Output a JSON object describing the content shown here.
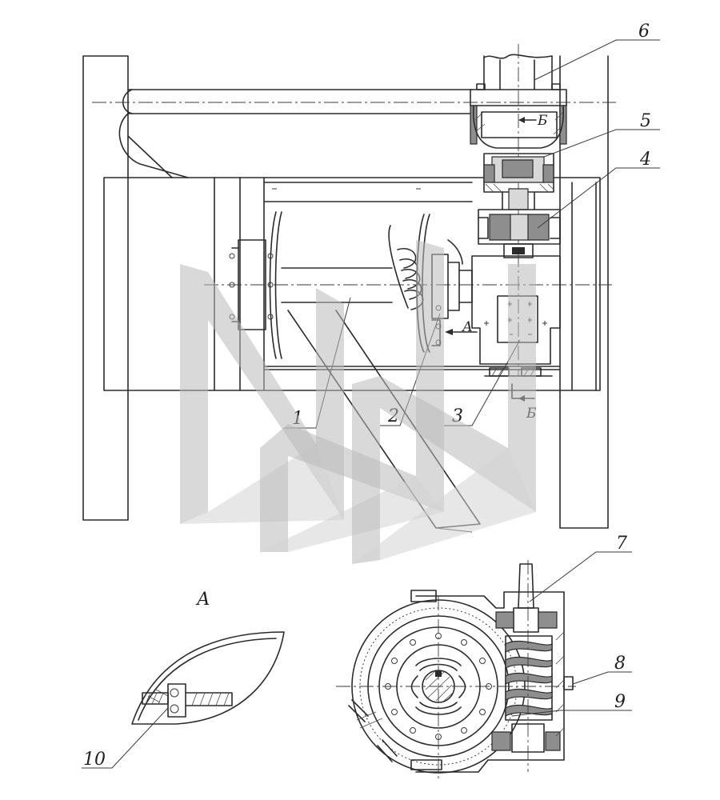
{
  "callouts": [
    {
      "id": "1",
      "text": "1"
    },
    {
      "id": "2",
      "text": "2"
    },
    {
      "id": "3",
      "text": "3"
    },
    {
      "id": "4",
      "text": "4"
    },
    {
      "id": "5",
      "text": "5"
    },
    {
      "id": "6",
      "text": "6"
    },
    {
      "id": "7",
      "text": "7"
    },
    {
      "id": "8",
      "text": "8"
    },
    {
      "id": "9",
      "text": "9"
    },
    {
      "id": "10",
      "text": "10"
    }
  ],
  "section_marks": {
    "a_arrow": "А",
    "b_top": "Б",
    "b_bottom": "Б"
  },
  "view_label": "А"
}
